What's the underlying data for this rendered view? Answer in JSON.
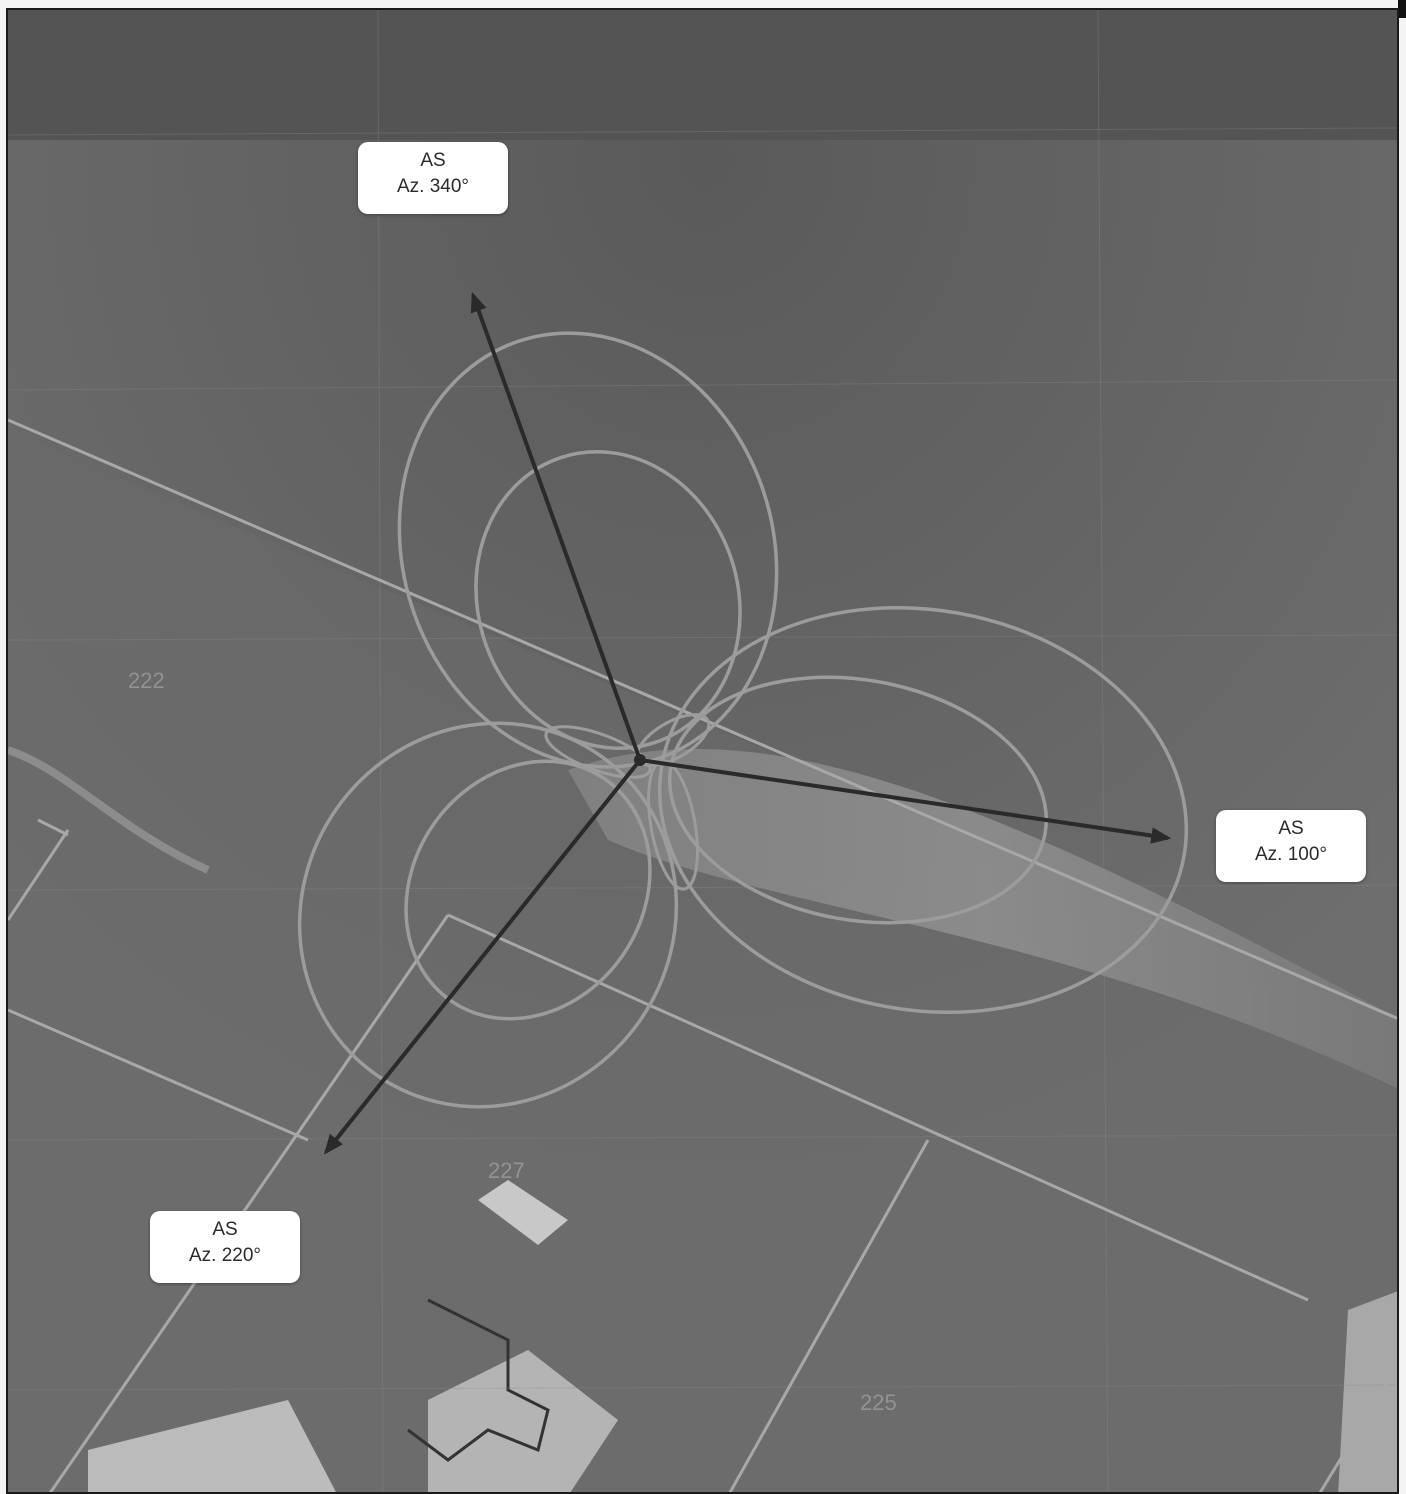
{
  "antennas": [
    {
      "name": "AS",
      "azimuth_label": "Az. 340°",
      "azimuth_deg": 340
    },
    {
      "name": "AS",
      "azimuth_label": "Az. 100°",
      "azimuth_deg": 100
    },
    {
      "name": "AS",
      "azimuth_label": "Az. 220°",
      "azimuth_deg": 220
    }
  ],
  "parcels": [
    "222",
    "227",
    "225"
  ],
  "colors": {
    "arrow": "#2a2a2a",
    "lobe": "#9c9c9c",
    "parcel_line": "#a8a8a8",
    "callout_bg": "#ffffff"
  }
}
